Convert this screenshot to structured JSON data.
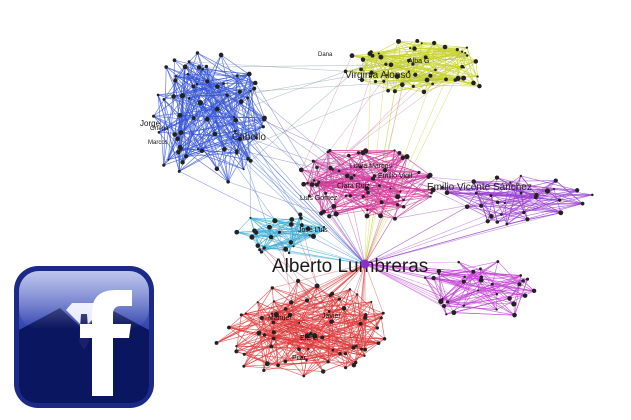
{
  "graph": {
    "central_node": "Alberto Lumbreras",
    "clusters": [
      {
        "id": "blue",
        "color": "#3556d8",
        "labels": [
          "Jorge",
          "Cabello",
          "Ortega",
          "Marcos"
        ]
      },
      {
        "id": "yellow",
        "color": "#c7d22b",
        "labels": [
          "Virginia Alonso",
          "Dana",
          "Alba G"
        ]
      },
      {
        "id": "pink",
        "color": "#d2399a",
        "labels": [
          "Luis Gómez",
          "Emilio Vigil",
          "Lucía Marcos",
          "Clara Ruiz"
        ]
      },
      {
        "id": "violet",
        "color": "#9a3fd0",
        "labels": [
          "Emilio Vicente Sánchez"
        ]
      },
      {
        "id": "cyan",
        "color": "#3fb0d8",
        "labels": [
          "José Luis"
        ]
      },
      {
        "id": "magenta",
        "color": "#c341d6",
        "labels": []
      },
      {
        "id": "red",
        "color": "#dd3a3a",
        "labels": [
          "Manuel",
          "Javier",
          "Elena",
          "Pilar"
        ]
      }
    ]
  },
  "logo": {
    "letter": "f"
  }
}
